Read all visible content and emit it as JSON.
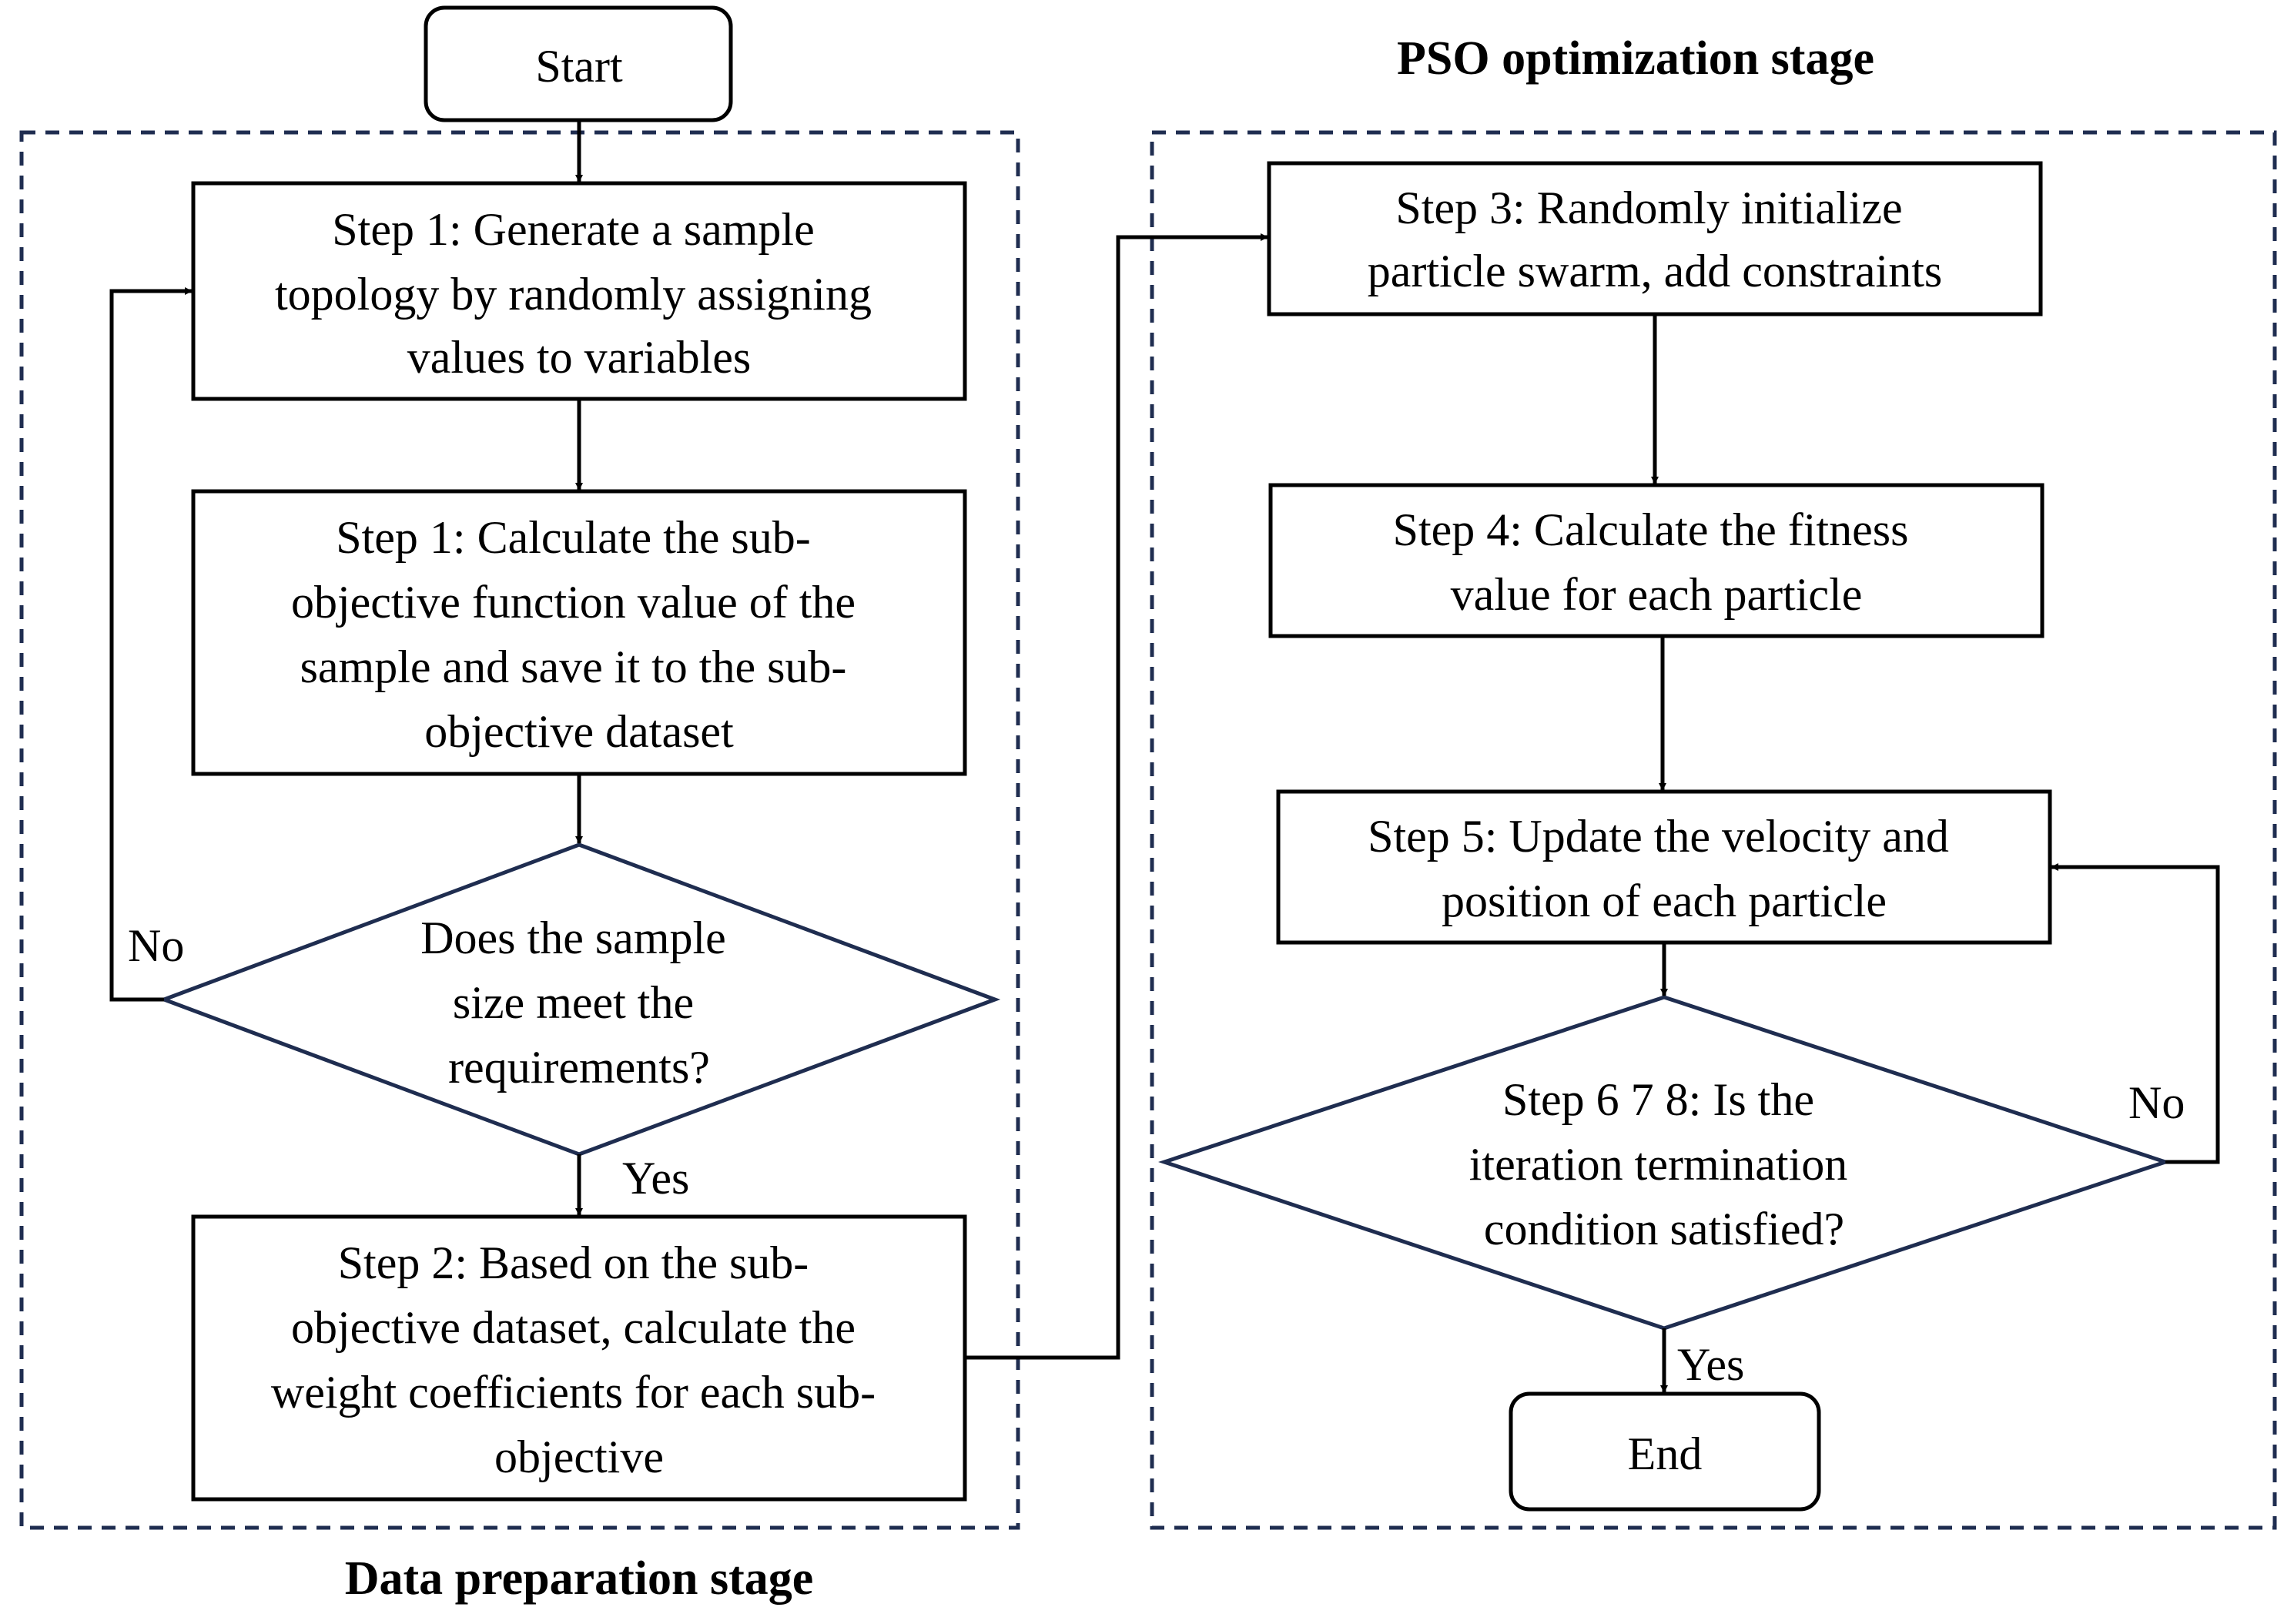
{
  "colors": {
    "box_stroke": "#000000",
    "diamond_stroke": "#1f2d50",
    "stage_border": "#1f2d50",
    "arrow": "#000000",
    "background": "#ffffff"
  },
  "stages": {
    "data_preparation": "Data preparation stage",
    "pso_optimization": "PSO optimization stage"
  },
  "nodes": {
    "start": [
      "Start"
    ],
    "step1_generate": [
      "Step 1: Generate a sample",
      "topology by randomly assigning",
      "values to variables"
    ],
    "step1_calculate": [
      "Step 1: Calculate the sub-",
      "objective function value of the",
      "sample and save it to the sub-",
      "objective dataset"
    ],
    "decision_sample": [
      "Does the sample",
      "size meet the",
      "requirements?"
    ],
    "step2": [
      "Step 2: Based on the sub-",
      "objective dataset, calculate the",
      "weight coefficients for each sub-",
      "objective"
    ],
    "step3": [
      "Step 3: Randomly initialize",
      "particle swarm, add constraints"
    ],
    "step4": [
      "Step 4: Calculate the fitness",
      "value for each particle"
    ],
    "step5": [
      "Step 5: Update the velocity and",
      "position of each particle"
    ],
    "decision_iteration": [
      "Step 6 7 8: Is the",
      "iteration termination",
      "condition satisfied?"
    ],
    "end": [
      "End"
    ]
  },
  "edge_labels": {
    "sample_no": "No",
    "sample_yes": "Yes",
    "iteration_no": "No",
    "iteration_yes": "Yes"
  }
}
